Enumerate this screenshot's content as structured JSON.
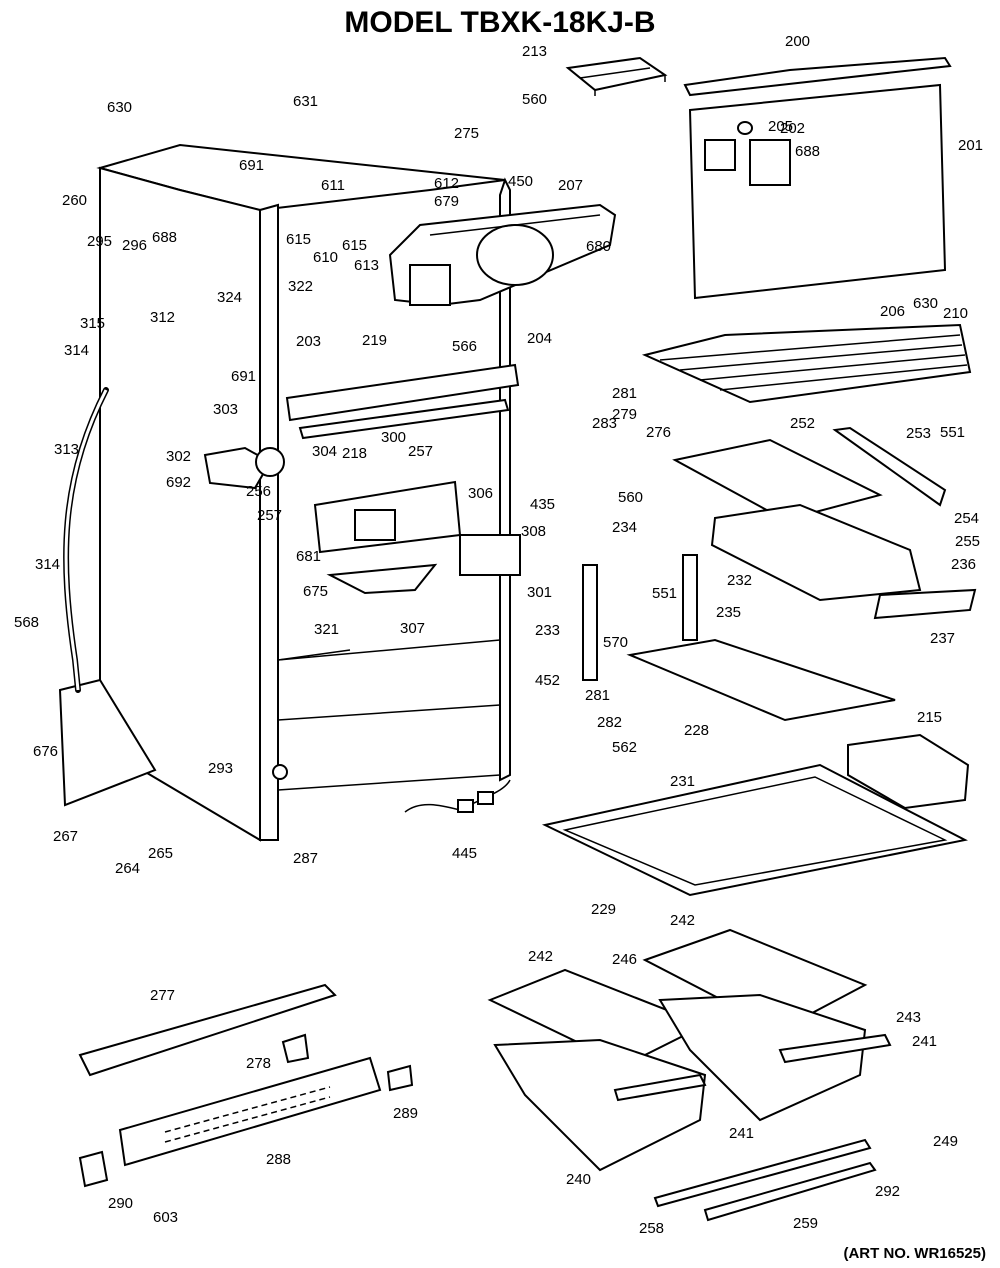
{
  "title": "MODEL TBXK-18KJ-B",
  "art_no": "(ART NO. WR16525)",
  "labels": [
    "213",
    "200",
    "201",
    "205",
    "202",
    "688",
    "560",
    "275",
    "450",
    "207",
    "631",
    "630",
    "691",
    "611",
    "612",
    "679",
    "260",
    "688",
    "295",
    "296",
    "615",
    "610",
    "615",
    "613",
    "680",
    "322",
    "324",
    "206",
    "630",
    "210",
    "315",
    "312",
    "314",
    "203",
    "219",
    "566",
    "204",
    "691",
    "303",
    "300",
    "218",
    "257",
    "283",
    "281",
    "279",
    "276",
    "252",
    "253",
    "551",
    "313",
    "302",
    "304",
    "306",
    "435",
    "692",
    "256",
    "257",
    "560",
    "234",
    "254",
    "255",
    "681",
    "308",
    "236",
    "675",
    "307",
    "301",
    "551",
    "232",
    "233",
    "570",
    "237",
    "314",
    "568",
    "321",
    "235",
    "452",
    "281",
    "282",
    "228",
    "215",
    "562",
    "676",
    "293",
    "231",
    "267",
    "264",
    "265",
    "287",
    "445",
    "229",
    "277",
    "242",
    "242",
    "246",
    "243",
    "241",
    "278",
    "289",
    "241",
    "288",
    "240",
    "249",
    "290",
    "292",
    "603",
    "258",
    "259"
  ]
}
